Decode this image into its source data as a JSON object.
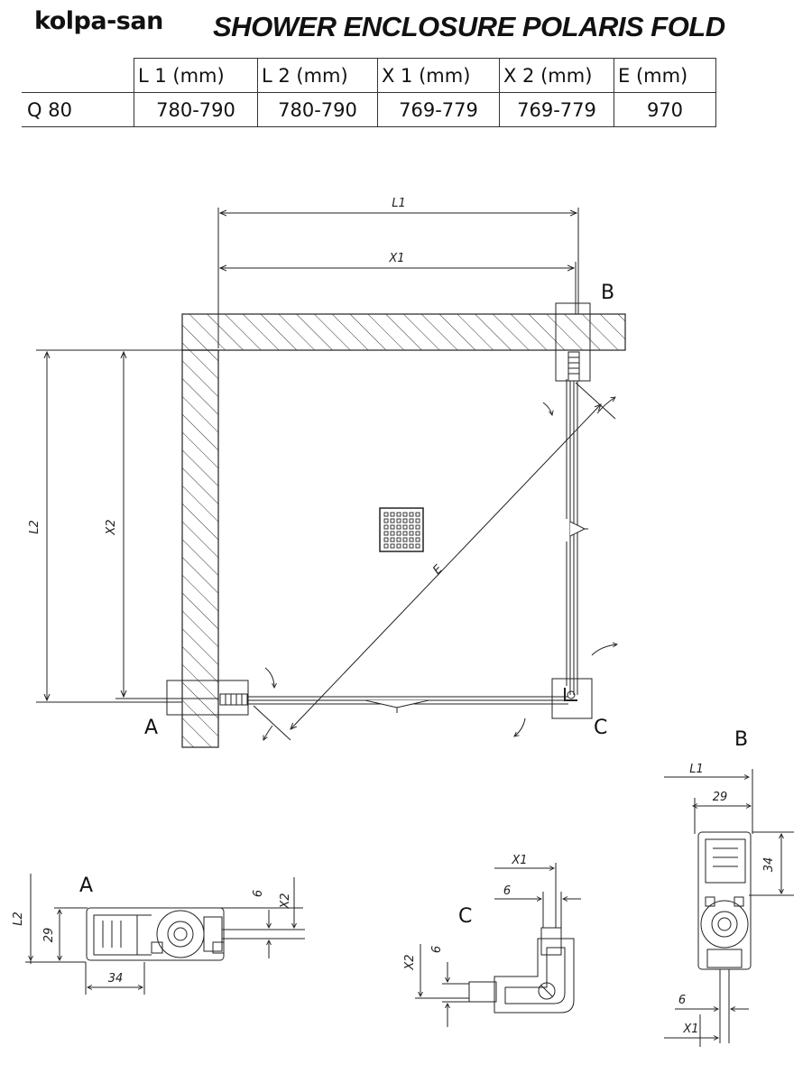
{
  "brand": "kolpa-san",
  "title": "SHOWER ENCLOSURE POLARIS FOLD",
  "table": {
    "headers": [
      "L 1 (mm)",
      "L 2 (mm)",
      "X 1 (mm)",
      "X 2 (mm)",
      "E  (mm)"
    ],
    "rows": [
      {
        "label": "Q 80",
        "cells": [
          "780-790",
          "780-790",
          "769-779",
          "769-779",
          "970"
        ]
      }
    ]
  },
  "plan": {
    "labels": {
      "l1": "L1",
      "x1": "X1",
      "l2": "L2",
      "x2": "X2",
      "e": "E"
    },
    "corners": {
      "a": "A",
      "b": "B",
      "c": "C"
    }
  },
  "details": {
    "a": {
      "title": "A",
      "l2": "L2",
      "dim_29": "29",
      "dim_34": "34",
      "dim_6": "6",
      "x2": "X2"
    },
    "c": {
      "title": "C",
      "x1": "X1",
      "dim_6_top": "6",
      "x2": "X2",
      "dim_6_left": "6"
    },
    "b": {
      "title": "B",
      "l1": "L1",
      "dim_29": "29",
      "dim_34": "34",
      "dim_6": "6",
      "x1": "X1"
    }
  }
}
